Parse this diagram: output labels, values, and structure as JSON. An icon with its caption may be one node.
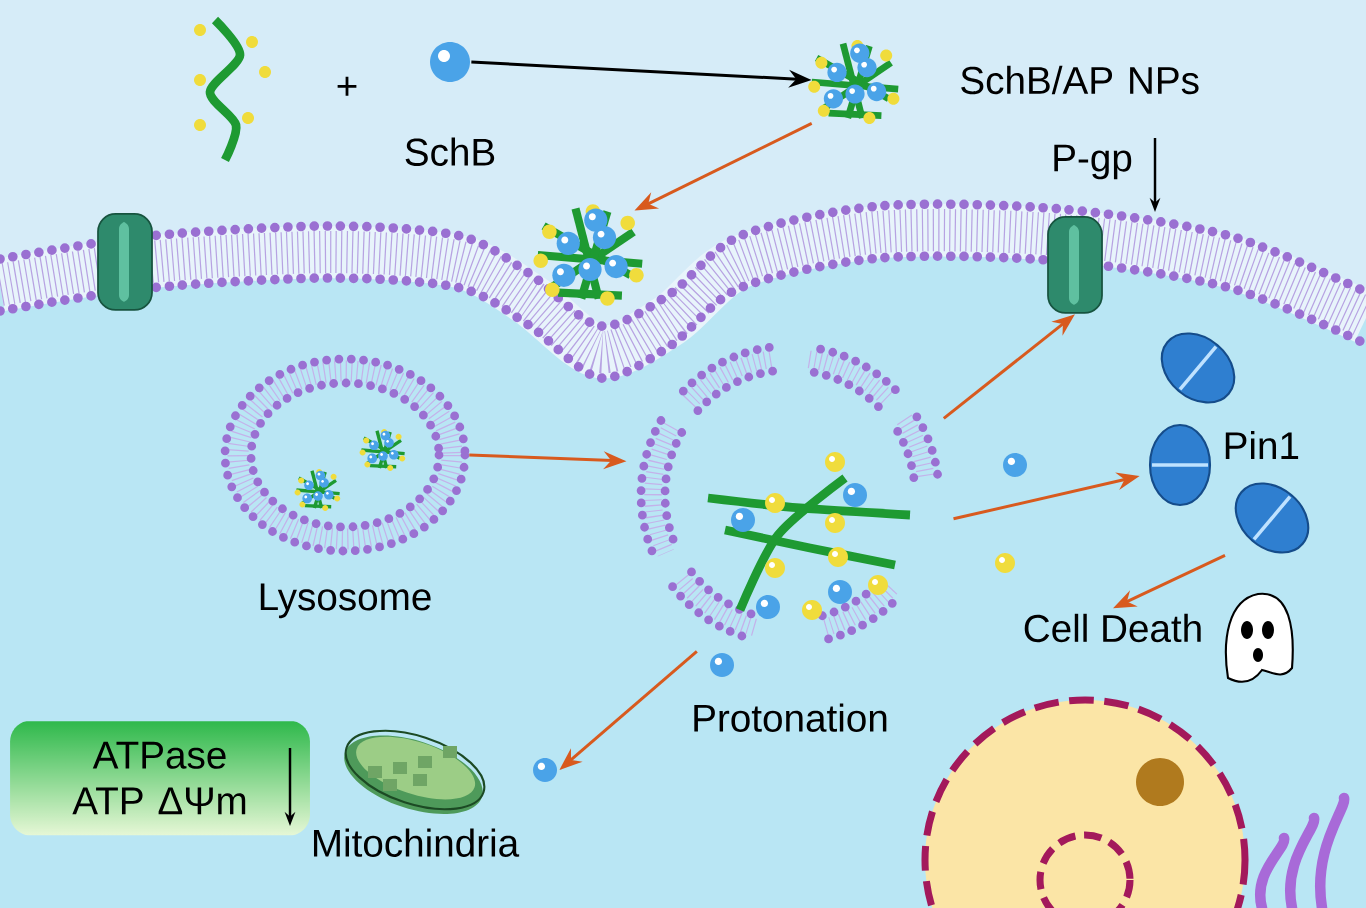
{
  "diagram": {
    "nodes": [
      {
        "text": [],
        "shape": "picture"
      },
      {
        "text": [
          "SchB"
        ]
      },
      {
        "text": [
          "SchB/AP NPs"
        ]
      },
      {
        "text": [],
        "shape": "picture"
      },
      {
        "text": [
          "Lysosome"
        ]
      },
      {
        "text": [
          "Protonation"
        ]
      },
      {
        "text": [],
        "shape": "picture",
        "beside": [
          "P-gp"
        ]
      },
      {
        "text": [
          "Pin1"
        ]
      },
      {
        "text": [
          "Cell Death"
        ]
      },
      {
        "text": [
          "ATPase ATP ΔΨm"
        ]
      },
      {
        "text": [
          "Mitochindria"
        ]
      }
    ],
    "edges": [
      {
        "from": 1,
        "to": 2,
        "arrow": "to",
        "color": "#000000"
      },
      {
        "from": 2,
        "to": 3,
        "arrow": "to"
      },
      {
        "from": 4,
        "to": 5,
        "arrow": "to"
      },
      {
        "from": 5,
        "to": 6,
        "arrow": "to"
      },
      {
        "from": 5,
        "to": 7,
        "arrow": "to"
      },
      {
        "from": 7,
        "to": 8,
        "arrow": "to"
      },
      {
        "from": 5,
        "to": 10,
        "arrow": "to"
      }
    ],
    "labels": [
      "+"
    ]
  }
}
